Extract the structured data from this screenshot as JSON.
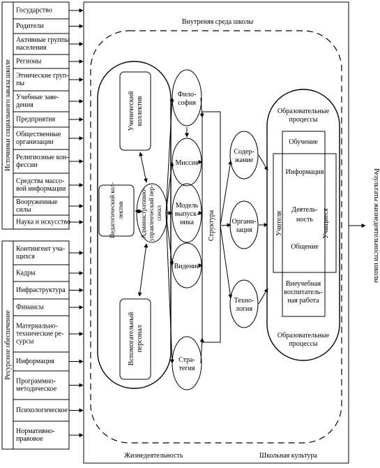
{
  "diagram": {
    "outer_title": "Внутреняя среда школы",
    "bottom_left_label": "Жизнедеятельность",
    "bottom_right_label": "Школьная культура",
    "right_vertical_label": "Результаты жизнедеятельности школы",
    "social_order": {
      "vertical_label": "Источники социального заказа школе",
      "items": [
        [
          "Государство"
        ],
        [
          "Родители"
        ],
        [
          "Активные группы",
          "населения"
        ],
        [
          "Регионы"
        ],
        [
          "Этнические груп-",
          "пы"
        ],
        [
          "Учебные заве-",
          "дения"
        ],
        [
          "Предприятия"
        ],
        [
          "Общественные",
          "организации"
        ],
        [
          "Религиозные кон-",
          "фессии"
        ],
        [
          "Средства массо-",
          "вой информации"
        ],
        [
          "Вооруженные",
          "силы"
        ],
        [
          "Наука и искусство"
        ]
      ]
    },
    "resources": {
      "vertical_label": "Ресурсное обеспечение",
      "items": [
        [
          "Контингент уча-",
          "щихся"
        ],
        [
          "Кадры"
        ],
        [
          "Инфраструктура"
        ],
        [
          "Финансы"
        ],
        [
          "Материально-",
          "технические ре-",
          "сурсы"
        ],
        [
          "Информация"
        ],
        [
          "Программно-",
          "методическое"
        ],
        [
          "Психологическое"
        ],
        [
          "Нормативно-",
          "правовое"
        ]
      ]
    },
    "collectives": {
      "student": [
        "Ученический",
        "коллектив"
      ],
      "pedagogical": [
        "Педагогический кол-",
        "лектив"
      ],
      "admin": [
        "Административно-",
        "управленческий пер-",
        "сонал"
      ],
      "support": [
        "Вспомогательный",
        "персонал"
      ]
    },
    "elements": [
      [
        "Фило-",
        "софия"
      ],
      [
        "Миссия"
      ],
      [
        "Модель",
        "выпуск-",
        "ника"
      ],
      [
        "Видение"
      ],
      [
        "Стра-",
        "тегия"
      ]
    ],
    "structure_label": "Структура",
    "sub_elements": [
      [
        "Содер-",
        "жание"
      ],
      [
        "Органи-",
        "зация"
      ],
      [
        "Техно-",
        "логия"
      ]
    ],
    "process": {
      "top_label": [
        "Образовательные",
        "процессы"
      ],
      "bottom_label": [
        "Образовательные",
        "процессы"
      ],
      "learning": "Обучение",
      "information": "Информация",
      "activity": [
        "Деятель-",
        "ность"
      ],
      "communication": "Общение",
      "teachers": "Учителя",
      "students": "Учащиеся",
      "extracurricular": [
        "Внеучебная",
        "воспитатель-",
        "ная работа"
      ]
    }
  }
}
